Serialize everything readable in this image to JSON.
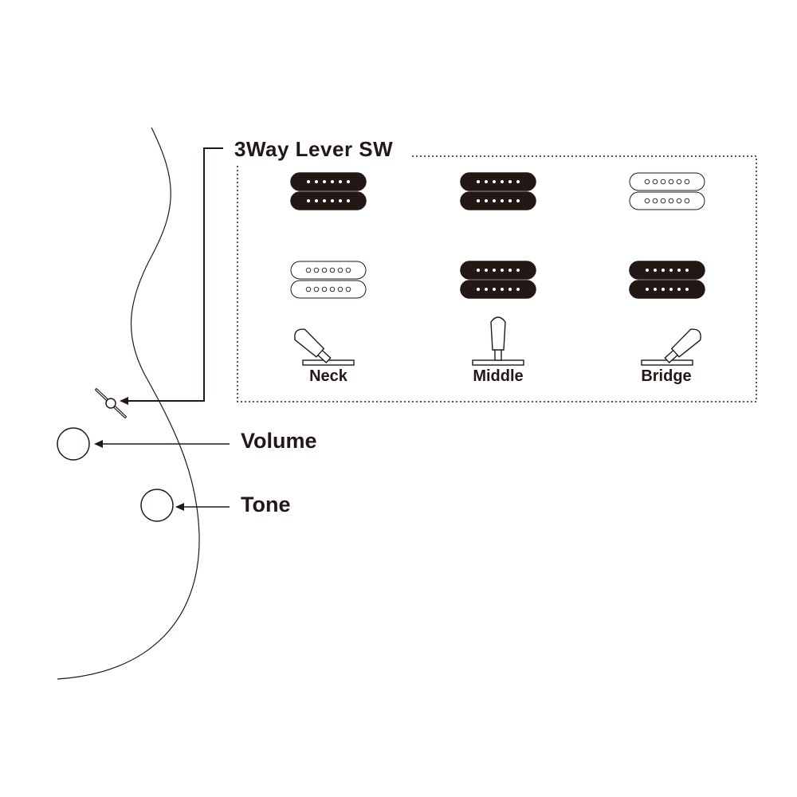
{
  "title": "3Way Lever SW",
  "controls": {
    "volume": "Volume",
    "tone": "Tone"
  },
  "positions": [
    {
      "label": "Neck",
      "lever": "left",
      "pickups": {
        "neck": true,
        "bridge": false
      }
    },
    {
      "label": "Middle",
      "lever": "center",
      "pickups": {
        "neck": true,
        "bridge": true
      }
    },
    {
      "label": "Bridge",
      "lever": "right",
      "pickups": {
        "neck": false,
        "bridge": true
      }
    }
  ],
  "colors": {
    "ink": "#231815",
    "active_pickup": "#231815",
    "inactive_pickup": "#ffffff"
  },
  "icons": [
    "lever-switch-icon",
    "humbucker-pickup-icon",
    "knob-icon",
    "arrow-icon"
  ]
}
